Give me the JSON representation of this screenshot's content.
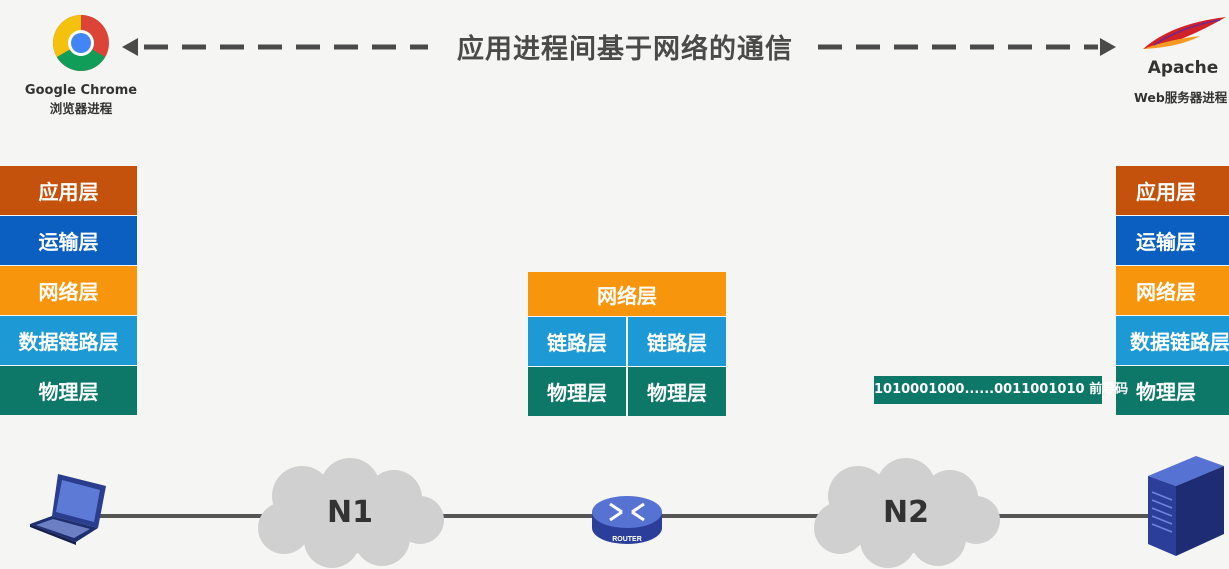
{
  "header": {
    "title": "应用进程间基于网络的通信",
    "client_name": "Google Chrome",
    "client_desc": "浏览器进程",
    "server_name": "Apache",
    "server_desc": "Web服务器进程"
  },
  "left_stack": [
    "应用层",
    "运输层",
    "网络层",
    "数据链路层",
    "物理层"
  ],
  "right_stack": [
    "应用层",
    "运输层",
    "网络层",
    "数据链路层",
    "物理层"
  ],
  "router_stack": {
    "network": "网络层",
    "link_left": "链路层",
    "link_right": "链路层",
    "phys_left": "物理层",
    "phys_right": "物理层"
  },
  "bitstream": "1010001000......0011001010  前导码",
  "network": {
    "cloud1": "N1",
    "cloud2": "N2",
    "router_label": "ROUTER"
  },
  "colors": {
    "application": "#c4520c",
    "transport": "#0b5fc0",
    "network": "#f7960c",
    "datalink": "#1d9ad6",
    "physical": "#0d7768"
  }
}
